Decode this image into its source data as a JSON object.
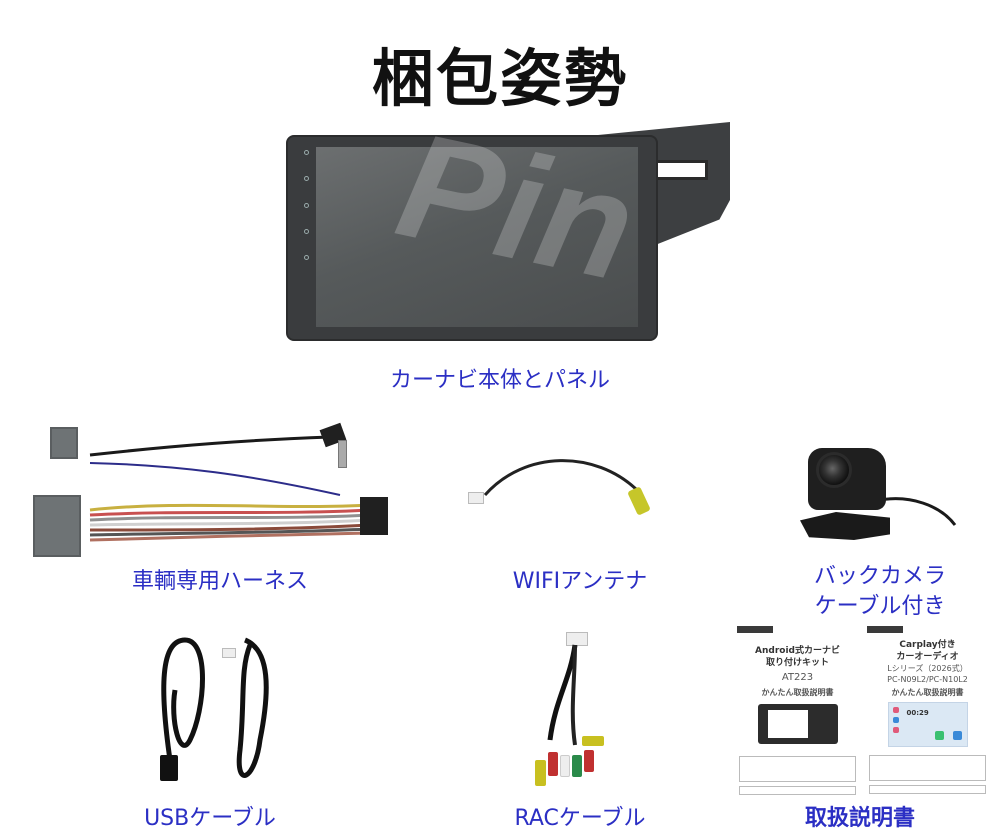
{
  "page": {
    "title": "梱包姿勢"
  },
  "items": [
    {
      "id": "head-unit",
      "label": "カーナビ本体とパネル"
    },
    {
      "id": "harness",
      "label": "車輌専用ハーネス"
    },
    {
      "id": "wifi-antenna",
      "label": "WIFIアンテナ"
    },
    {
      "id": "back-camera",
      "label_line1": "バックカメラ",
      "label_line2": "ケーブル付き"
    },
    {
      "id": "usb-cable",
      "label": "USBケーブル"
    },
    {
      "id": "rac-cable",
      "label": "RACケーブル"
    },
    {
      "id": "manual",
      "label": "取扱説明書"
    }
  ],
  "manuals": [
    {
      "title_line1": "Android式カーナビ",
      "title_line2": "取り付けキット",
      "model": "AT223",
      "subtitle": "かんたん取扱説明書"
    },
    {
      "title_line1": "Carplay付き",
      "title_line2": "カーオーディオ",
      "series": "Lシリーズ（2026式）",
      "model": "PC-N09L2/PC-N10L2",
      "subtitle": "かんたん取扱説明書",
      "screen_time": "00:29"
    }
  ],
  "watermark": "Pin",
  "colors": {
    "label": "#2b2fc4",
    "title": "#111111"
  }
}
